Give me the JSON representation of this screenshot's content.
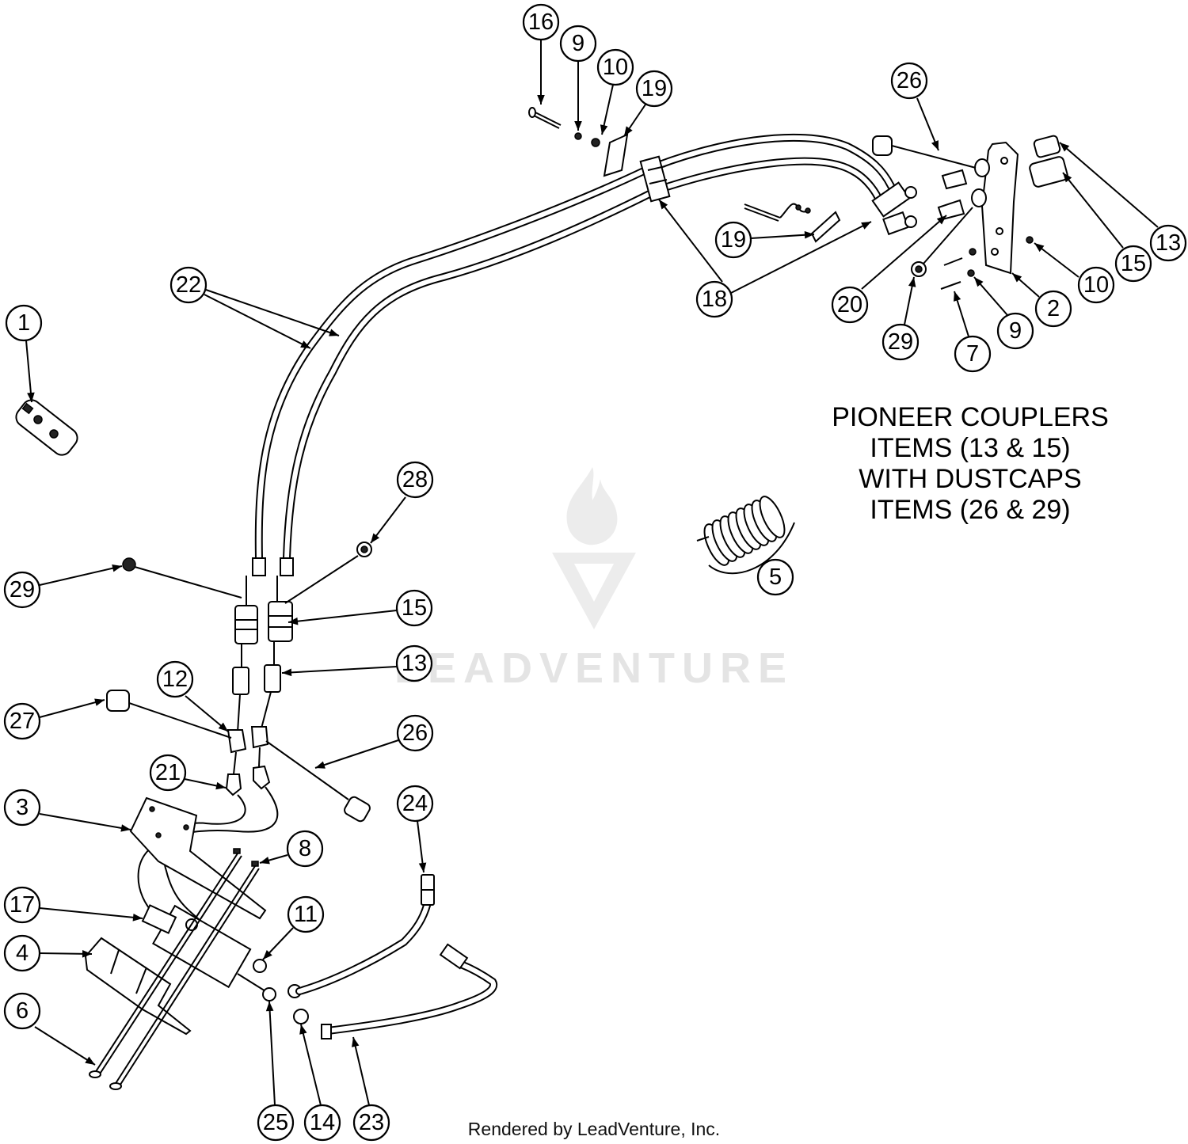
{
  "callouts": [
    {
      "label": "16"
    },
    {
      "label": "9"
    },
    {
      "label": "10"
    },
    {
      "label": "19"
    },
    {
      "label": "26"
    },
    {
      "label": "22"
    },
    {
      "label": "19"
    },
    {
      "label": "18"
    },
    {
      "label": "20"
    },
    {
      "label": "29"
    },
    {
      "label": "7"
    },
    {
      "label": "9"
    },
    {
      "label": "2"
    },
    {
      "label": "10"
    },
    {
      "label": "15"
    },
    {
      "label": "13"
    },
    {
      "label": "1"
    },
    {
      "label": "28"
    },
    {
      "label": "5"
    },
    {
      "label": "29"
    },
    {
      "label": "15"
    },
    {
      "label": "13"
    },
    {
      "label": "12"
    },
    {
      "label": "27"
    },
    {
      "label": "26"
    },
    {
      "label": "21"
    },
    {
      "label": "3"
    },
    {
      "label": "24"
    },
    {
      "label": "8"
    },
    {
      "label": "17"
    },
    {
      "label": "11"
    },
    {
      "label": "4"
    },
    {
      "label": "6"
    },
    {
      "label": "25"
    },
    {
      "label": "14"
    },
    {
      "label": "23"
    }
  ],
  "note": {
    "lines": [
      "PIONEER COUPLERS",
      "ITEMS (13 & 15)",
      "WITH DUSTCAPS",
      "ITEMS (26 & 29)"
    ]
  },
  "footer": "Rendered by LeadVenture, Inc.",
  "watermark": "LEADVENTURE"
}
